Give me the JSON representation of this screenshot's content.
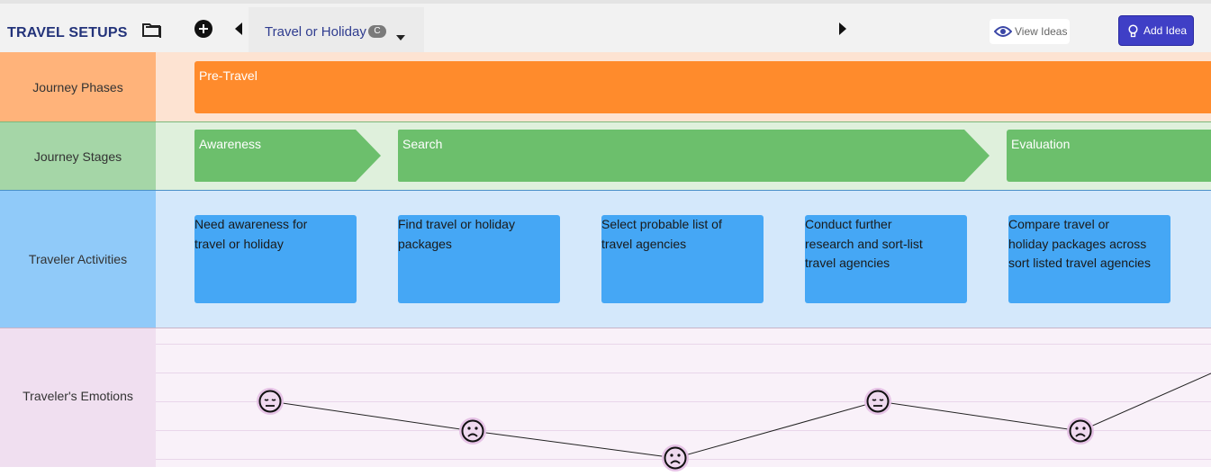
{
  "header": {
    "brand": "TRAVEL SETUPS",
    "folder_icon": "folder-icon",
    "add_icon": "plus-circle-icon",
    "tab_label": "Travel or Holiday",
    "tab_badge": "C",
    "view_ideas_label": "View Ideas",
    "add_idea_label": "Add Idea"
  },
  "rows": {
    "phases": "Journey Phases",
    "stages": "Journey Stages",
    "activities": "Traveler Activities",
    "emotions": "Traveler's Emotions"
  },
  "phases": [
    {
      "label": "Pre-Travel"
    }
  ],
  "stages": [
    {
      "label": "Awareness"
    },
    {
      "label": "Search"
    },
    {
      "label": "Evaluation"
    }
  ],
  "activities": [
    {
      "text": "Need awareness for travel or holiday"
    },
    {
      "text": "Find travel or holiday packages"
    },
    {
      "text": "Select probable list of travel agencies"
    },
    {
      "text": "Conduct further research and sort-list travel agencies"
    },
    {
      "text": "Compare travel or holiday packages across sort listed travel agencies"
    }
  ],
  "emotions": [
    {
      "mood": "neutral"
    },
    {
      "mood": "sad"
    },
    {
      "mood": "sad"
    },
    {
      "mood": "neutral"
    },
    {
      "mood": "sad"
    }
  ],
  "colors": {
    "phase_label_bg": "#ffb37a",
    "phase_row_bg": "#fde3d2",
    "phase_bar": "#ff8b2c",
    "stage_label_bg": "#a5d6a7",
    "stage_row_bg": "#dff0dc",
    "stage_bar": "#6cbf6c",
    "activity_label_bg": "#90caf9",
    "activity_row_bg": "#d4e8fb",
    "activity_card": "#45a7f5",
    "emotion_label_bg": "#f0dff0",
    "emotion_row_bg": "#f9f1f9",
    "accent": "#3f3fc6"
  }
}
